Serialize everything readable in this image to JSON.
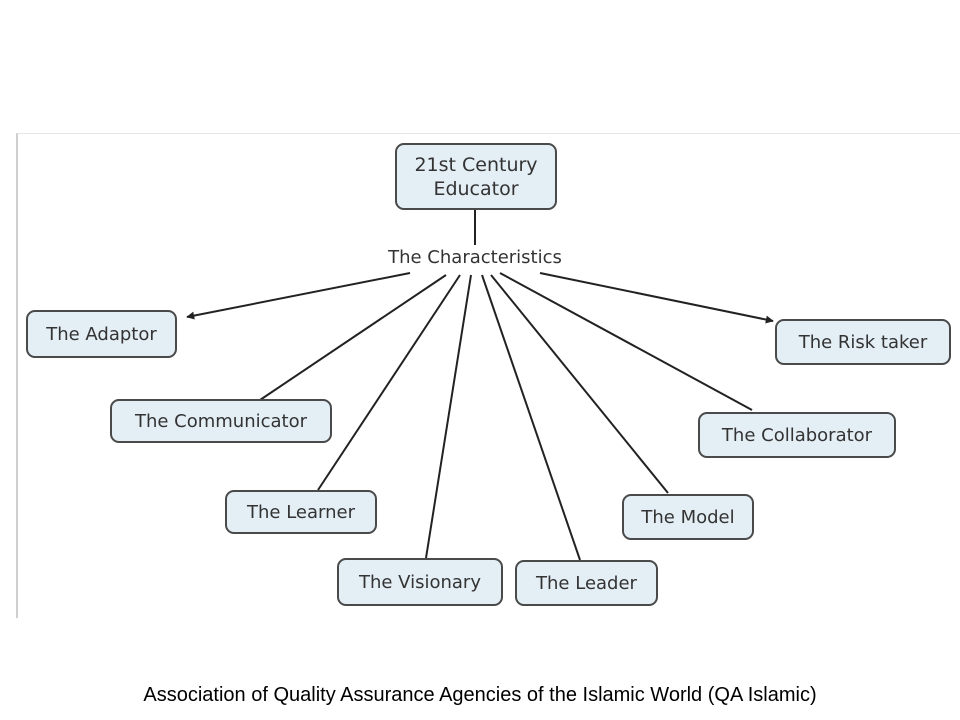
{
  "diagram": {
    "root": {
      "line1": "21st Century",
      "line2": "Educator"
    },
    "link_label": "The Characteristics",
    "nodes": {
      "adaptor": "The Adaptor",
      "risk_taker": "The Risk taker",
      "communicator": "The Communicator",
      "collaborator": "The Collaborator",
      "learner": "The Learner",
      "model": "The Model",
      "visionary": "The Visionary",
      "leader": "The Leader"
    },
    "colors": {
      "node_fill": "#e4eef5",
      "node_border": "#4a4a4a",
      "line": "#222222",
      "text": "#333333"
    }
  },
  "caption": "Association of Quality Assurance Agencies of the Islamic World (QA Islamic)"
}
